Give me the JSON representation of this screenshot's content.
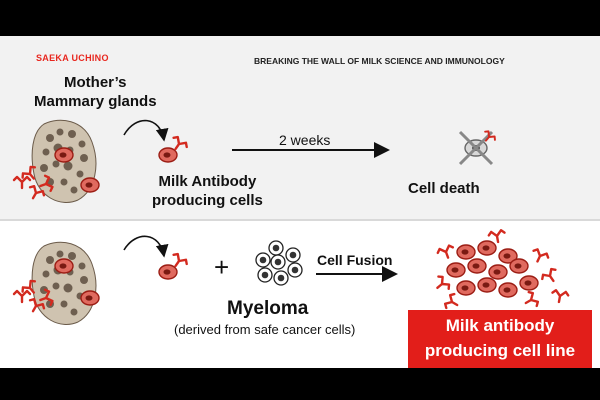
{
  "slide": {
    "author": "SAEKA UCHINO",
    "header": "BREAKING THE WALL OF MILK SCIENCE AND IMMUNOLOGY",
    "top_row": {
      "source_line1": "Mother’s",
      "source_line2": "Mammary glands",
      "cells_line1": "Milk Antibody",
      "cells_line2": "producing cells",
      "duration": "2 weeks",
      "outcome": "Cell death"
    },
    "bottom_row": {
      "plus": "+",
      "myeloma": "Myeloma",
      "myeloma_note": "(derived from safe cancer cells)",
      "process": "Cell Fusion",
      "result_line1": "Milk antibody",
      "result_line2": "producing cell line"
    }
  },
  "colors": {
    "accent": "#e21e1a",
    "cell_fill": "#e06a5f",
    "cell_stroke": "#9b1d14",
    "top_background": "#f2f2f2",
    "frame": "#000000"
  },
  "icons": [
    "mammary-gland-icon",
    "antibody-icon",
    "curved-arrow-icon",
    "cell-icon",
    "dead-cell-icon",
    "myeloma-cluster-icon",
    "hybridoma-cluster-icon"
  ]
}
